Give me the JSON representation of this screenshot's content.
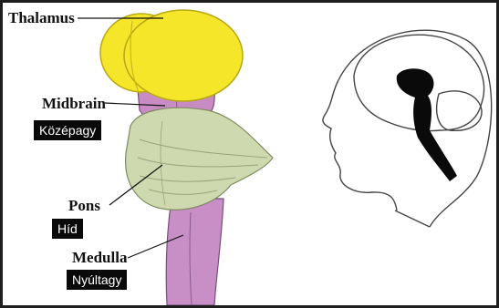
{
  "labels": {
    "thalamus": "Thalamus",
    "midbrain": "Midbrain",
    "midbrain_hu": "Középagy",
    "pons": "Pons",
    "pons_hu": "Híd",
    "medulla": "Medulla",
    "medulla_hu": "Nyúltagy"
  },
  "colors": {
    "thalamus": "#f5e62a",
    "midbrain": "#c98bc4",
    "pons": "#cfd9b0",
    "medulla": "#c88fc7",
    "background": "#1e1e1e"
  }
}
